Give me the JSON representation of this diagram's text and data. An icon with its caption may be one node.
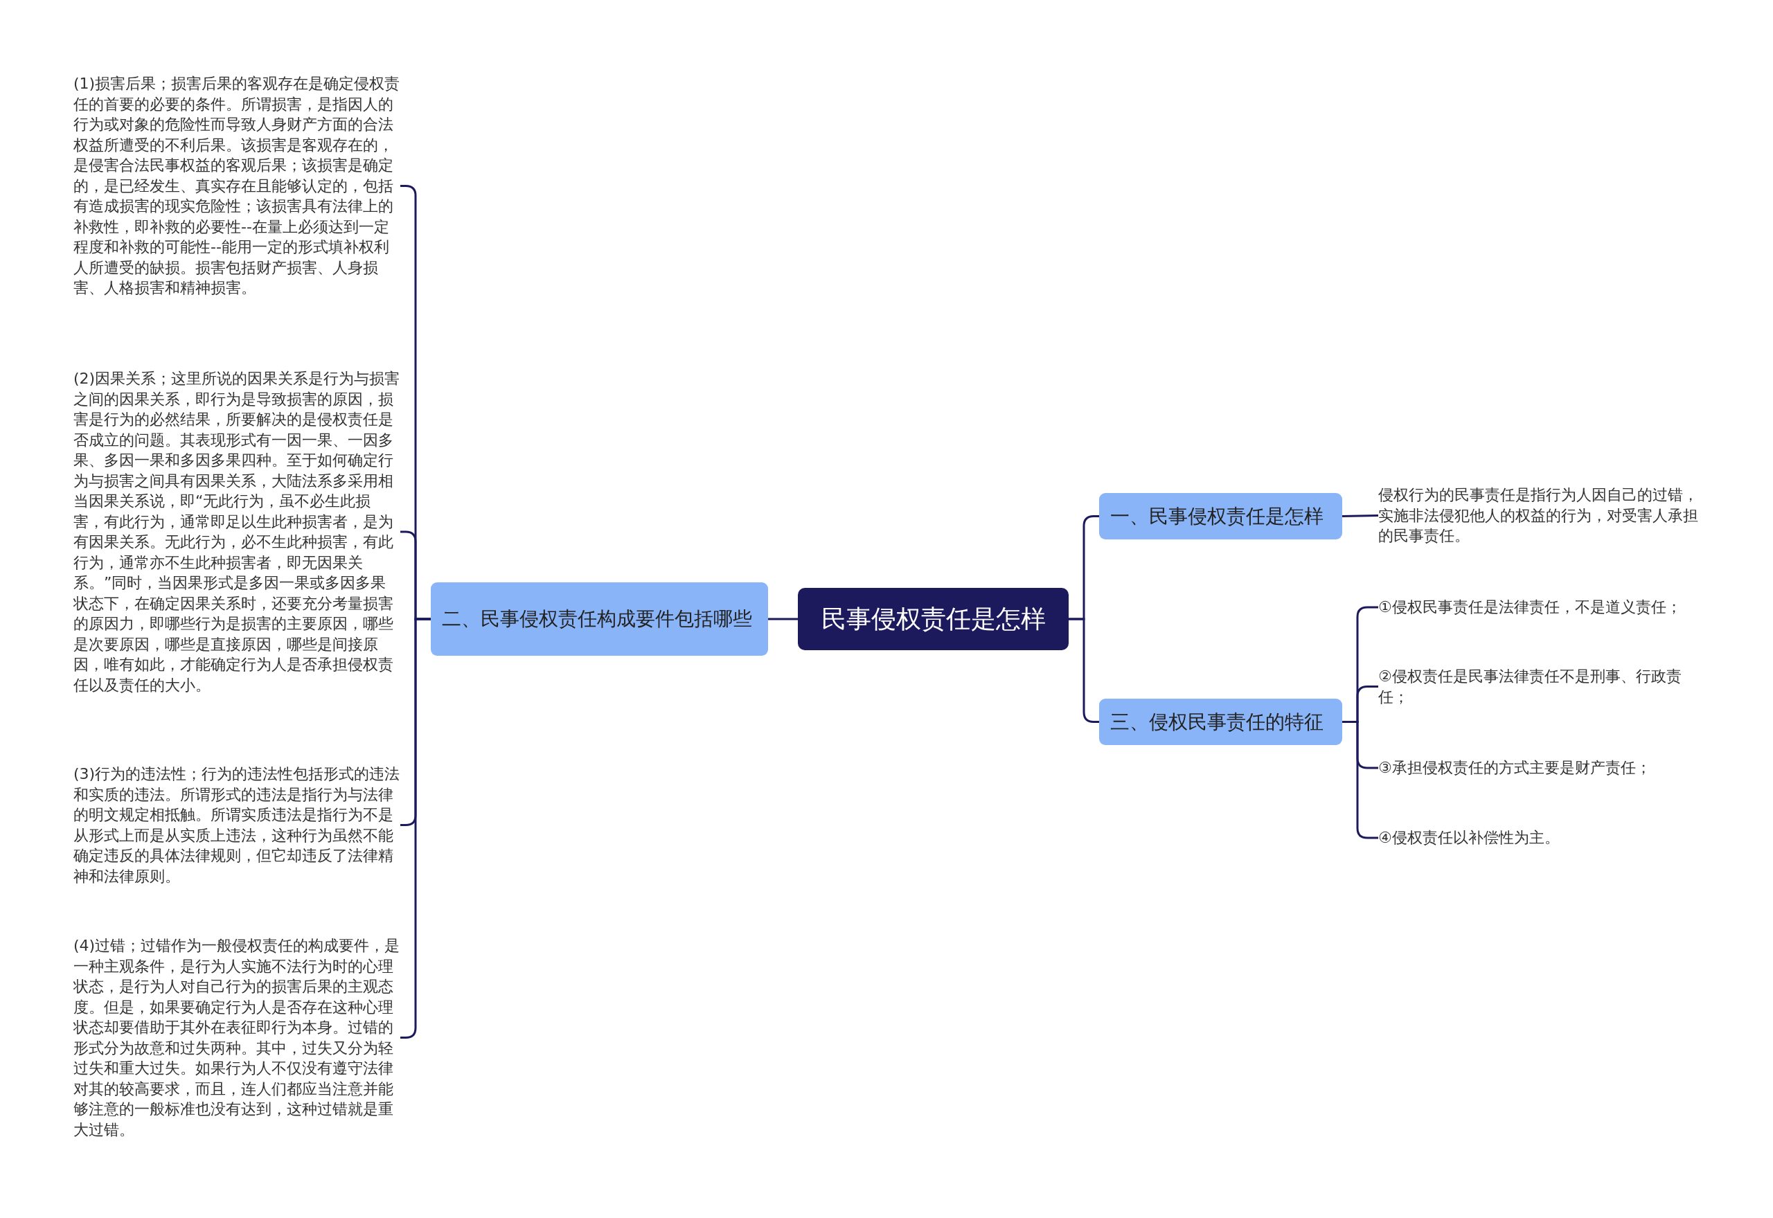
{
  "diagram": {
    "nodes": [
      {
        "text": [
          "民事侵权责任是怎样"
        ]
      },
      {
        "text": [
          "二、民事侵权责任构成要件包括哪些"
        ]
      },
      {
        "text": [
          "(1)损害后果；损害后果的客观存在是确定侵权责任的首要的必要的条件。所谓损害，是指因人的行为或对象的危险性而导致人身财产方面的合法权益所遭受的不利后果。该损害是客观存在的，是侵害合法民事权益的客观后果；该损害是确定的，是已经发生、真实存在且能够认定的，包括有造成损害的现实危险性；该损害具有法律上的补救性，即补救的必要性--在量上必须达到一定程度和补救的可能性--能用一定的形式填补权利人所遭受的缺损。损害包括财产损害、人身损害、人格损害和精神损害。"
        ]
      },
      {
        "text": [
          "(2)因果关系；这里所说的因果关系是行为与损害之间的因果关系，即行为是导致损害的原因，损害是行为的必然结果，所要解决的是侵权责任是否成立的问题。其表现形式有一因一果、一因多果、多因一果和多因多果四种。至于如何确定行为与损害之间具有因果关系，大陆法系多采用相当因果关系说，即“无此行为，虽不必生此损害，有此行为，通常即足以生此种损害者，是为有因果关系。无此行为，必不生此种损害，有此行为，通常亦不生此种损害者，即无因果关系。”同时，当因果形式是多因一果或多因多果状态下，在确定因果关系时，还要充分考量损害的原因力，即哪些行为是损害的主要原因，哪些是次要原因，哪些是直接原因，哪些是间接原因，唯有如此，才能确定行为人是否承担侵权责任以及责任的大小。"
        ]
      },
      {
        "text": [
          "(3)行为的违法性；行为的违法性包括形式的违法和实质的违法。所谓形式的违法是指行为与法律的明文规定相抵触。所谓实质违法是指行为不是从形式上而是从实质上违法，这种行为虽然不能确定违反的具体法律规则，但它却违反了法律精神和法律原则。"
        ]
      },
      {
        "text": [
          "(4)过错；过错作为一般侵权责任的构成要件，是一种主观条件，是行为人实施不法行为时的心理状态，是行为人对自己行为的损害后果的主观态度。但是，如果要确定行为人是否存在这种心理状态却要借助于其外在表征即行为本身。过错的形式分为故意和过失两种。其中，过失又分为轻过失和重大过失。如果行为人不仅没有遵守法律对其的较高要求，而且，连人们都应当注意并能够注意的一般标准也没有达到，这种过错就是重大过错。"
        ]
      },
      {
        "text": [
          "一、民事侵权责任是怎样"
        ]
      },
      {
        "text": [
          "侵权行为的民事责任是指行为人因自己的过错，实施非法侵犯他人的权益的行为，对受害人承担的民事责任。"
        ]
      },
      {
        "text": [
          "三、侵权民事责任的特征"
        ]
      },
      {
        "text": [
          "①侵权民事责任是法律责任，不是道义责任；"
        ]
      },
      {
        "text": [
          "②侵权责任是民事法律责任不是刑事、行政责任；"
        ]
      },
      {
        "text": [
          "③承担侵权责任的方式主要是财产责任；"
        ]
      },
      {
        "text": [
          "④侵权责任以补偿性为主。"
        ]
      }
    ],
    "edges": [
      {
        "from": 0,
        "to": 1,
        "arrow": "none"
      },
      {
        "from": 1,
        "to": 2,
        "arrow": "none"
      },
      {
        "from": 1,
        "to": 3,
        "arrow": "none"
      },
      {
        "from": 1,
        "to": 4,
        "arrow": "none"
      },
      {
        "from": 1,
        "to": 5,
        "arrow": "none"
      },
      {
        "from": 0,
        "to": 6,
        "arrow": "none"
      },
      {
        "from": 6,
        "to": 7,
        "arrow": "none"
      },
      {
        "from": 0,
        "to": 8,
        "arrow": "none"
      },
      {
        "from": 8,
        "to": 9,
        "arrow": "none"
      },
      {
        "from": 8,
        "to": 10,
        "arrow": "none"
      },
      {
        "from": 8,
        "to": 11,
        "arrow": "none"
      },
      {
        "from": 8,
        "to": 12,
        "arrow": "none"
      }
    ]
  }
}
